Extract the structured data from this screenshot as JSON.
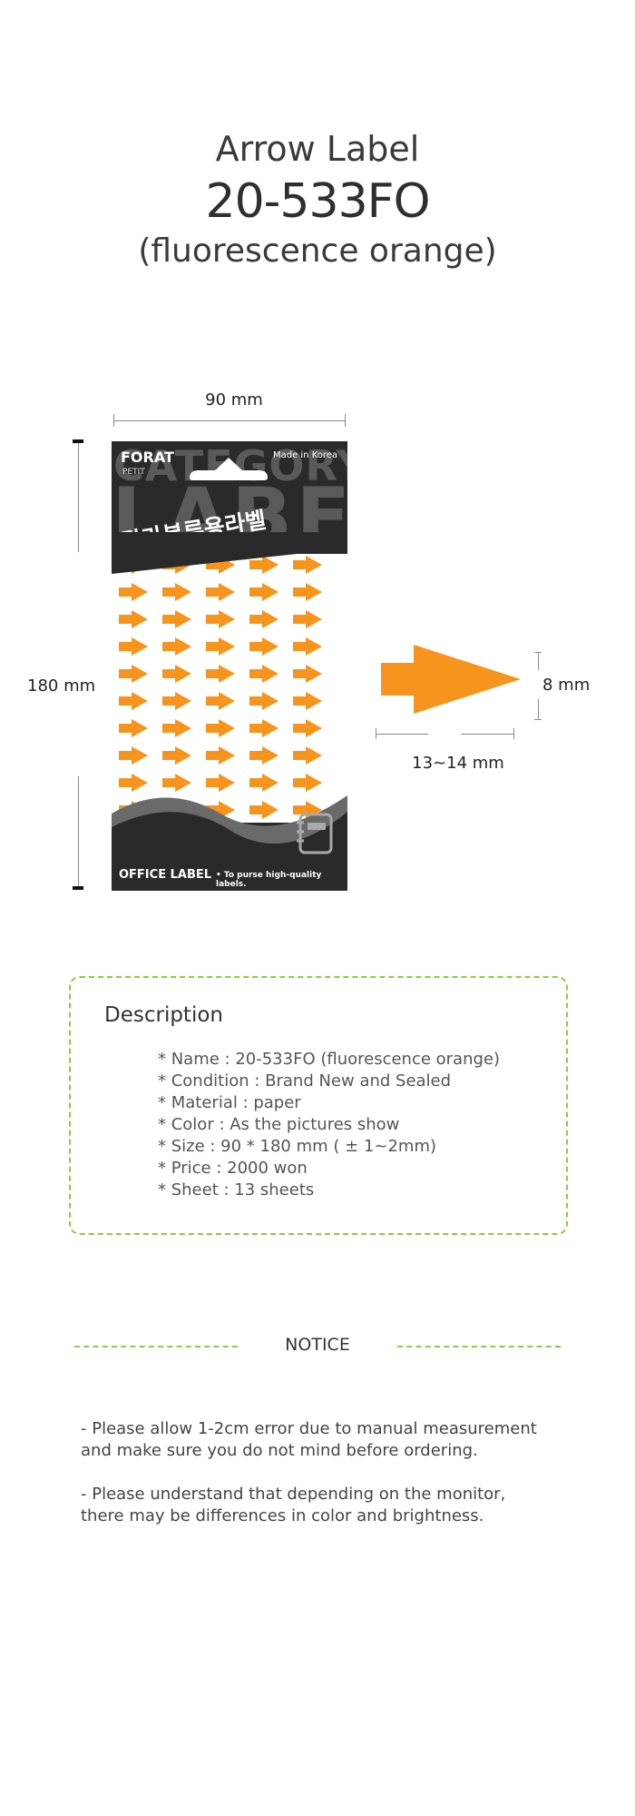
{
  "header": {
    "line1": "Arrow Label",
    "line2": "20-533FO",
    "line3": "(fluorescence orange)"
  },
  "dimensions": {
    "width": "90 mm",
    "height": "180 mm",
    "arrow_length": "13~14 mm",
    "arrow_height": "8 mm"
  },
  "package": {
    "brand": "FORAT",
    "sub_brand": "PETIT",
    "made_in": "Made in Korea",
    "bg_word1": "CATEGORY",
    "bg_word2": "LABEL",
    "korean_title": "칼라분류용라벨",
    "footer_left": "OFFICE LABEL",
    "footer_right": "• To purse high-quality labels."
  },
  "description": {
    "title": "Description",
    "items": [
      "* Name : 20-533FO (fluorescence orange)",
      "* Condition : Brand New and Sealed",
      "* Material : paper",
      "* Color : As the pictures show",
      "* Size : 90 * 180 mm ( ± 1~2mm)",
      "* Price : 2000 won",
      "* Sheet : 13 sheets"
    ]
  },
  "notice": {
    "title": "NOTICE",
    "p1_line1": "- Please allow 1-2cm error due to manual measurement",
    "p1_line2": "and make sure you do not mind before ordering.",
    "p2_line1": "- Please understand that depending on the monitor,",
    "p2_line2": "there may be differences in color and brightness."
  },
  "colors": {
    "arrow": "#f7941d",
    "package": "#2b2a2a",
    "accent_dash": "#8ecb45"
  }
}
